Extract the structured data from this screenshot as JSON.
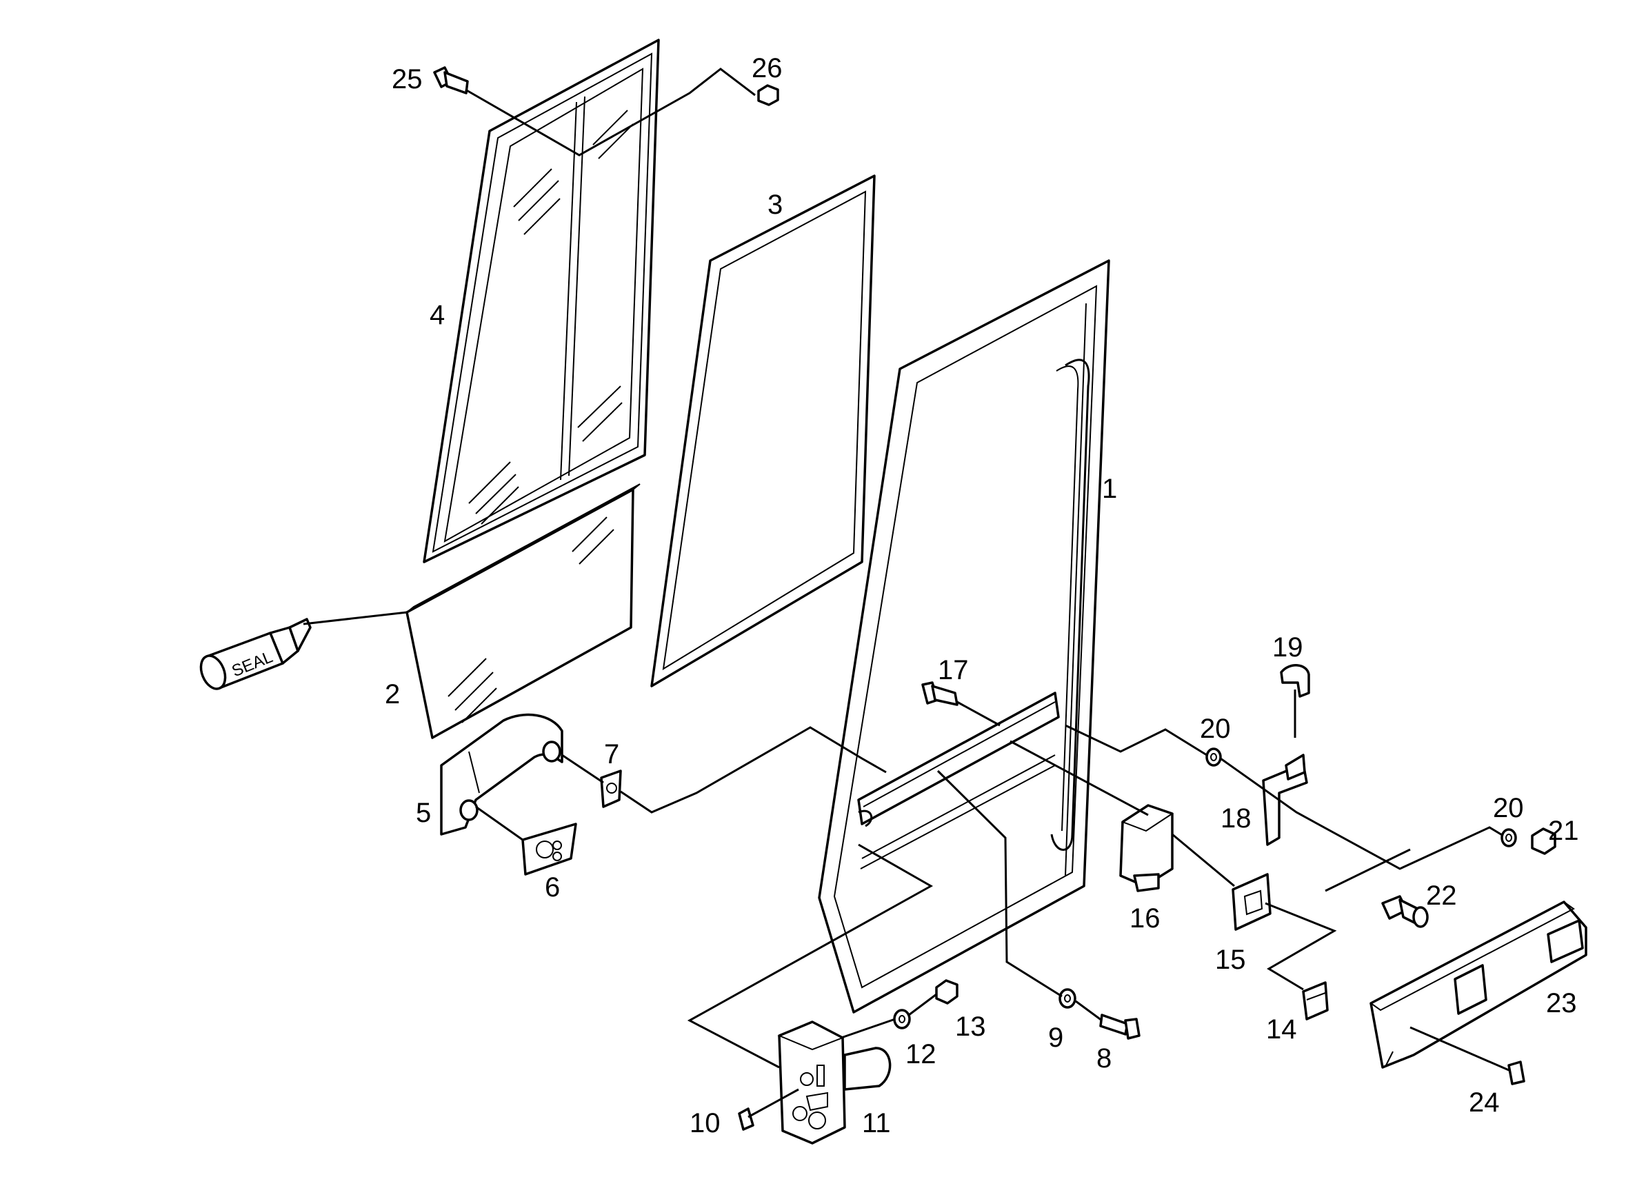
{
  "callouts": [
    {
      "id": "1",
      "text": "1"
    },
    {
      "id": "2",
      "text": "2"
    },
    {
      "id": "3",
      "text": "3"
    },
    {
      "id": "4",
      "text": "4"
    },
    {
      "id": "5",
      "text": "5"
    },
    {
      "id": "6",
      "text": "6"
    },
    {
      "id": "7",
      "text": "7"
    },
    {
      "id": "8",
      "text": "8"
    },
    {
      "id": "9",
      "text": "9"
    },
    {
      "id": "10",
      "text": "10"
    },
    {
      "id": "11",
      "text": "11"
    },
    {
      "id": "12",
      "text": "12"
    },
    {
      "id": "13",
      "text": "13"
    },
    {
      "id": "14",
      "text": "14"
    },
    {
      "id": "15",
      "text": "15"
    },
    {
      "id": "16",
      "text": "16"
    },
    {
      "id": "17",
      "text": "17"
    },
    {
      "id": "18",
      "text": "18"
    },
    {
      "id": "19",
      "text": "19"
    },
    {
      "id": "20a",
      "text": "20"
    },
    {
      "id": "20b",
      "text": "20"
    },
    {
      "id": "21",
      "text": "21"
    },
    {
      "id": "22",
      "text": "22"
    },
    {
      "id": "23",
      "text": "23"
    },
    {
      "id": "24",
      "text": "24"
    },
    {
      "id": "25",
      "text": "25"
    },
    {
      "id": "26",
      "text": "26"
    }
  ],
  "seal_tube_label": "SEAL"
}
